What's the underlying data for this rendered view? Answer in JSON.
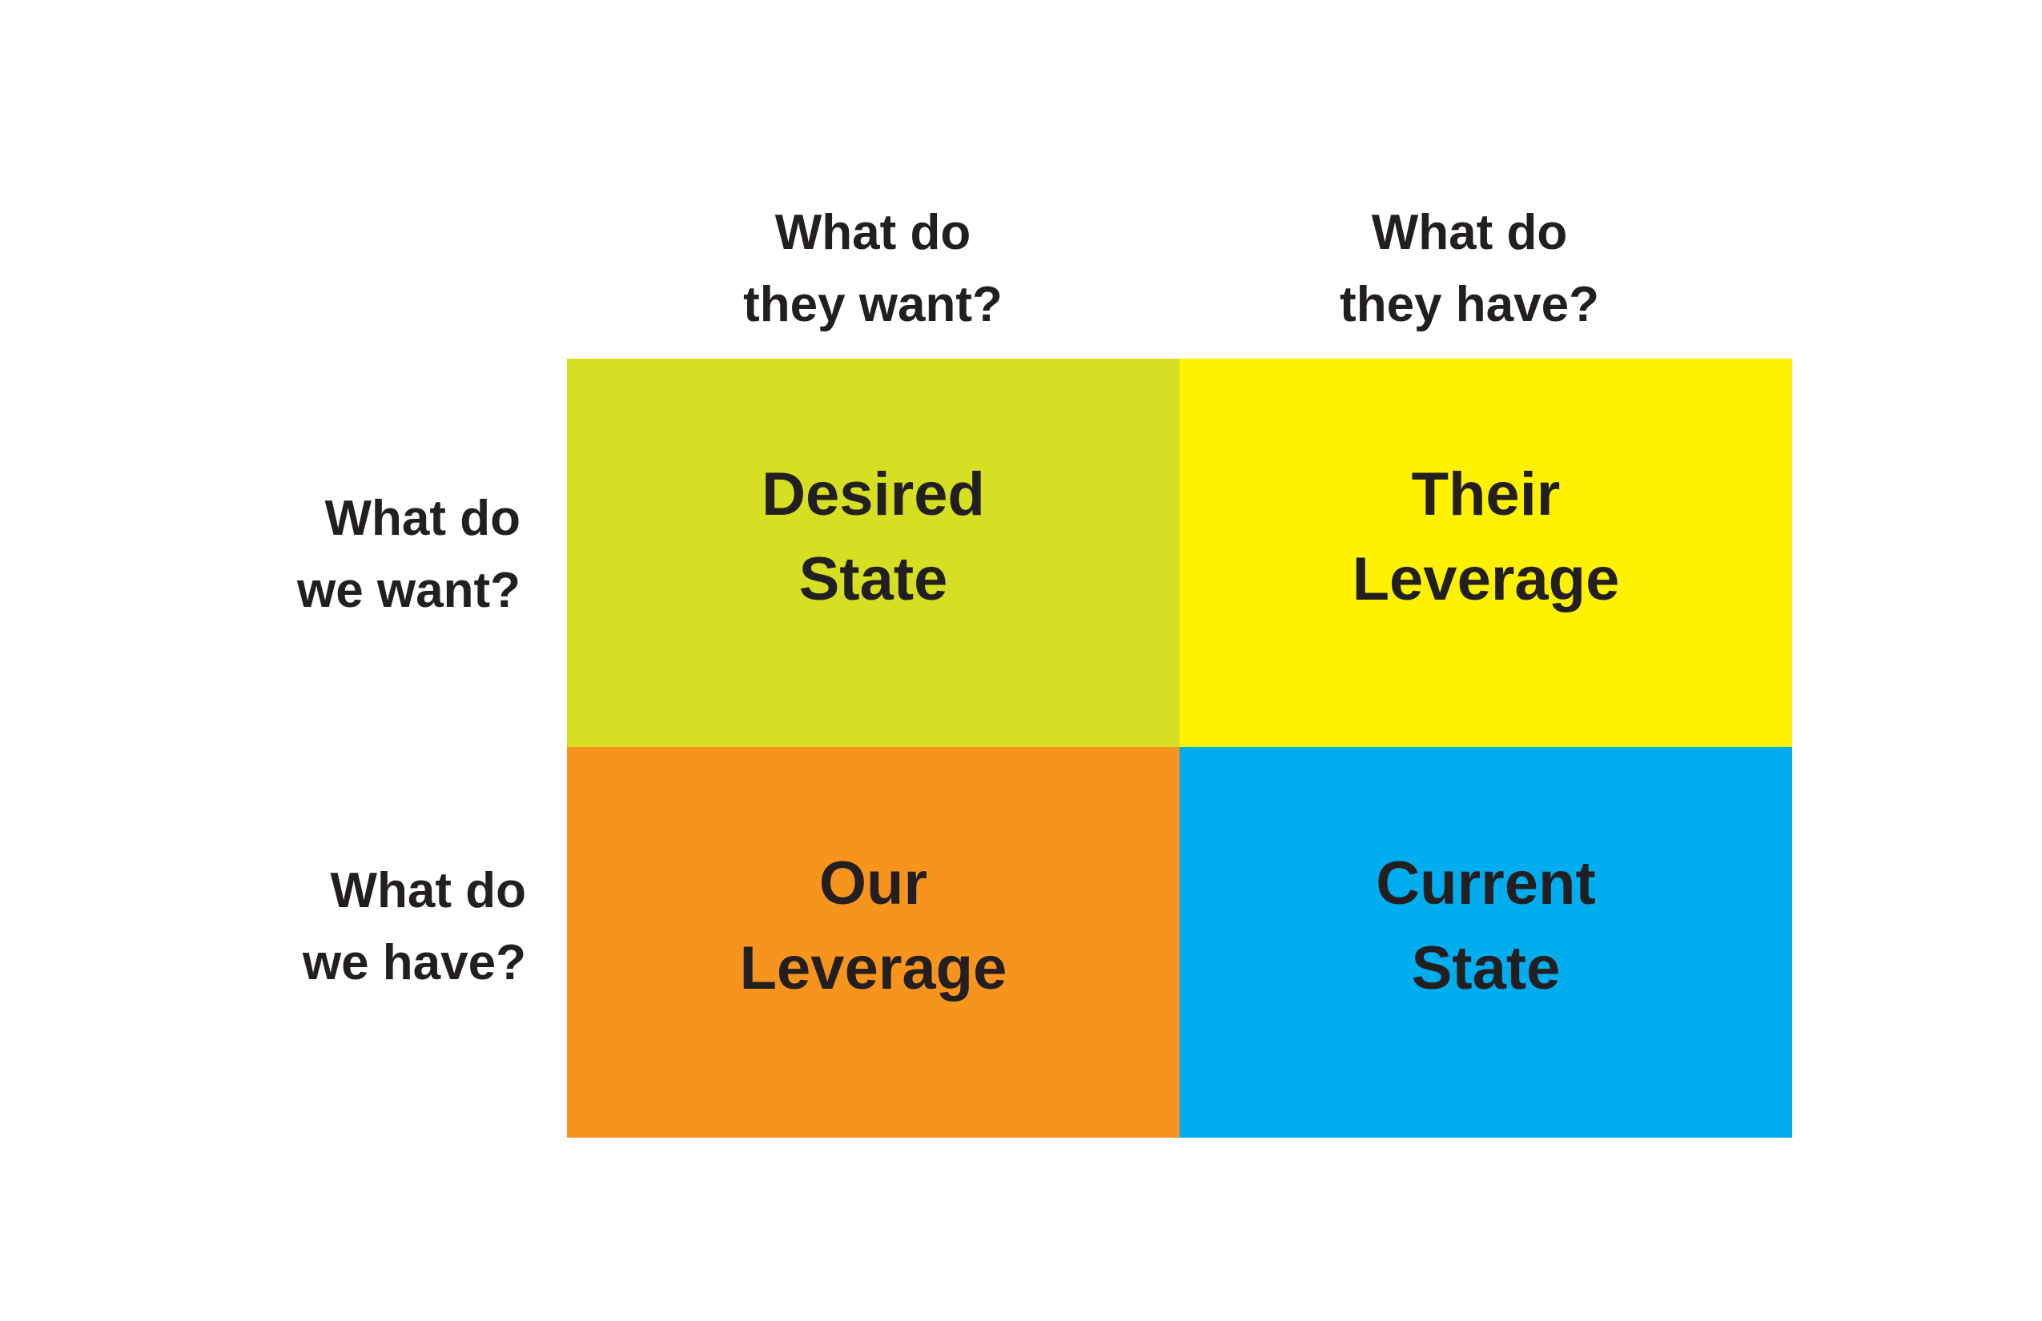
{
  "columns": [
    {
      "line1": "What do",
      "line2": "they want?"
    },
    {
      "line1": "What do",
      "line2": "they have?"
    }
  ],
  "rows": [
    {
      "line1": "What do",
      "line2": "we want?"
    },
    {
      "line1": "What do",
      "line2": "we have?"
    }
  ],
  "cells": [
    {
      "line1": "Desired",
      "line2": "State",
      "color": "#d6df21"
    },
    {
      "line1": "Their",
      "line2": "Leverage",
      "color": "#fff200"
    },
    {
      "line1": "Our",
      "line2": "Leverage",
      "color": "#f7941d"
    },
    {
      "line1": "Current",
      "line2": "State",
      "color": "#00aeef"
    }
  ]
}
